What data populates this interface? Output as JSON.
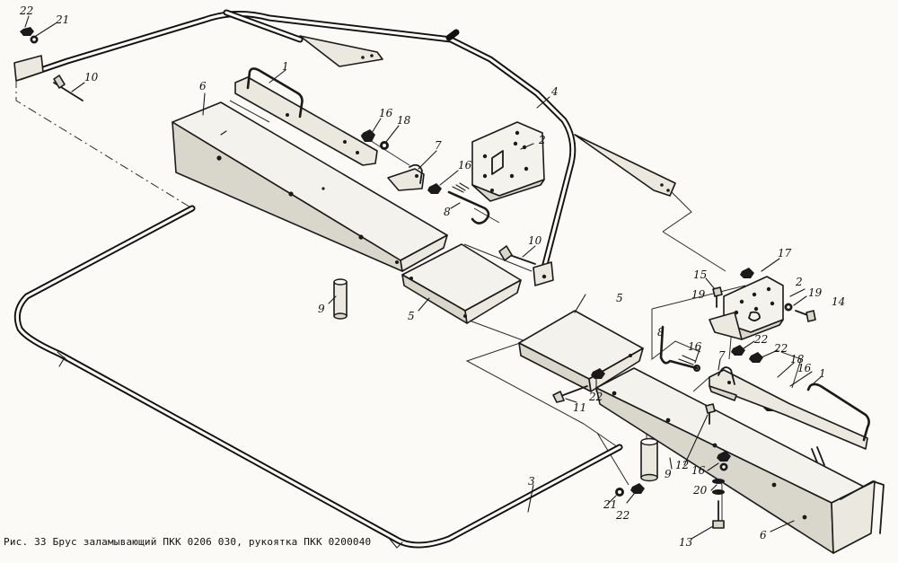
{
  "caption": "Рис. 33 Брус заламывающий ПКК 0206 030, рукоятка ПКК 0200040",
  "callouts": [
    {
      "id": "c-22a",
      "text": "22"
    },
    {
      "id": "c-21a",
      "text": "21"
    },
    {
      "id": "c-10a",
      "text": "10"
    },
    {
      "id": "c-1a",
      "text": "1"
    },
    {
      "id": "c-6a",
      "text": "6"
    },
    {
      "id": "c-4",
      "text": "4"
    },
    {
      "id": "c-16a",
      "text": "16"
    },
    {
      "id": "c-18a",
      "text": "18"
    },
    {
      "id": "c-7a",
      "text": "7"
    },
    {
      "id": "c-16b",
      "text": "16"
    },
    {
      "id": "c-2a",
      "text": "2"
    },
    {
      "id": "c-8a",
      "text": "8"
    },
    {
      "id": "c-10b",
      "text": "10"
    },
    {
      "id": "c-9a",
      "text": "9"
    },
    {
      "id": "c-5a",
      "text": "5"
    },
    {
      "id": "c-17",
      "text": "17"
    },
    {
      "id": "c-15",
      "text": "15"
    },
    {
      "id": "c-19a",
      "text": "19"
    },
    {
      "id": "c-2b",
      "text": "2"
    },
    {
      "id": "c-19b",
      "text": "19"
    },
    {
      "id": "c-14",
      "text": "14"
    },
    {
      "id": "c-5b",
      "text": "5"
    },
    {
      "id": "c-8b",
      "text": "8"
    },
    {
      "id": "c-16c",
      "text": "16"
    },
    {
      "id": "c-7b",
      "text": "7"
    },
    {
      "id": "c-22b",
      "text": "22"
    },
    {
      "id": "c-22c",
      "text": "22"
    },
    {
      "id": "c-18b",
      "text": "18"
    },
    {
      "id": "c-16d",
      "text": "16"
    },
    {
      "id": "c-1b",
      "text": "1"
    },
    {
      "id": "c-22d",
      "text": "22"
    },
    {
      "id": "c-11",
      "text": "11"
    },
    {
      "id": "c-9b",
      "text": "9"
    },
    {
      "id": "c-12",
      "text": "12"
    },
    {
      "id": "c-16e",
      "text": "16"
    },
    {
      "id": "c-20",
      "text": "20"
    },
    {
      "id": "c-3",
      "text": "3"
    },
    {
      "id": "c-21b",
      "text": "21"
    },
    {
      "id": "c-22e",
      "text": "22"
    },
    {
      "id": "c-13",
      "text": "13"
    },
    {
      "id": "c-6b",
      "text": "6"
    }
  ]
}
